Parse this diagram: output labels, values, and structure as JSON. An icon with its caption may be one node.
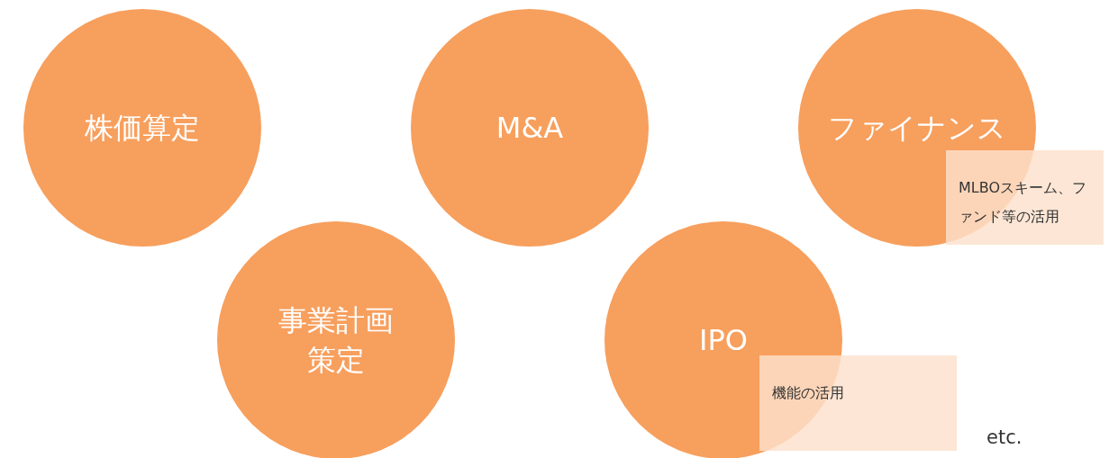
{
  "diagram": {
    "nodes": [
      {
        "text": [
          "株価算定"
        ]
      },
      {
        "text": [
          "M&A"
        ]
      },
      {
        "text": [
          "ファイナンス"
        ]
      },
      {
        "text": [
          "MLBOスキーム、ファンド等の活用"
        ]
      },
      {
        "text": [
          "事業計画策定"
        ]
      },
      {
        "text": [
          "IPO"
        ]
      },
      {
        "text": [
          "機能の活用"
        ]
      }
    ],
    "labels": [
      "etc."
    ]
  }
}
